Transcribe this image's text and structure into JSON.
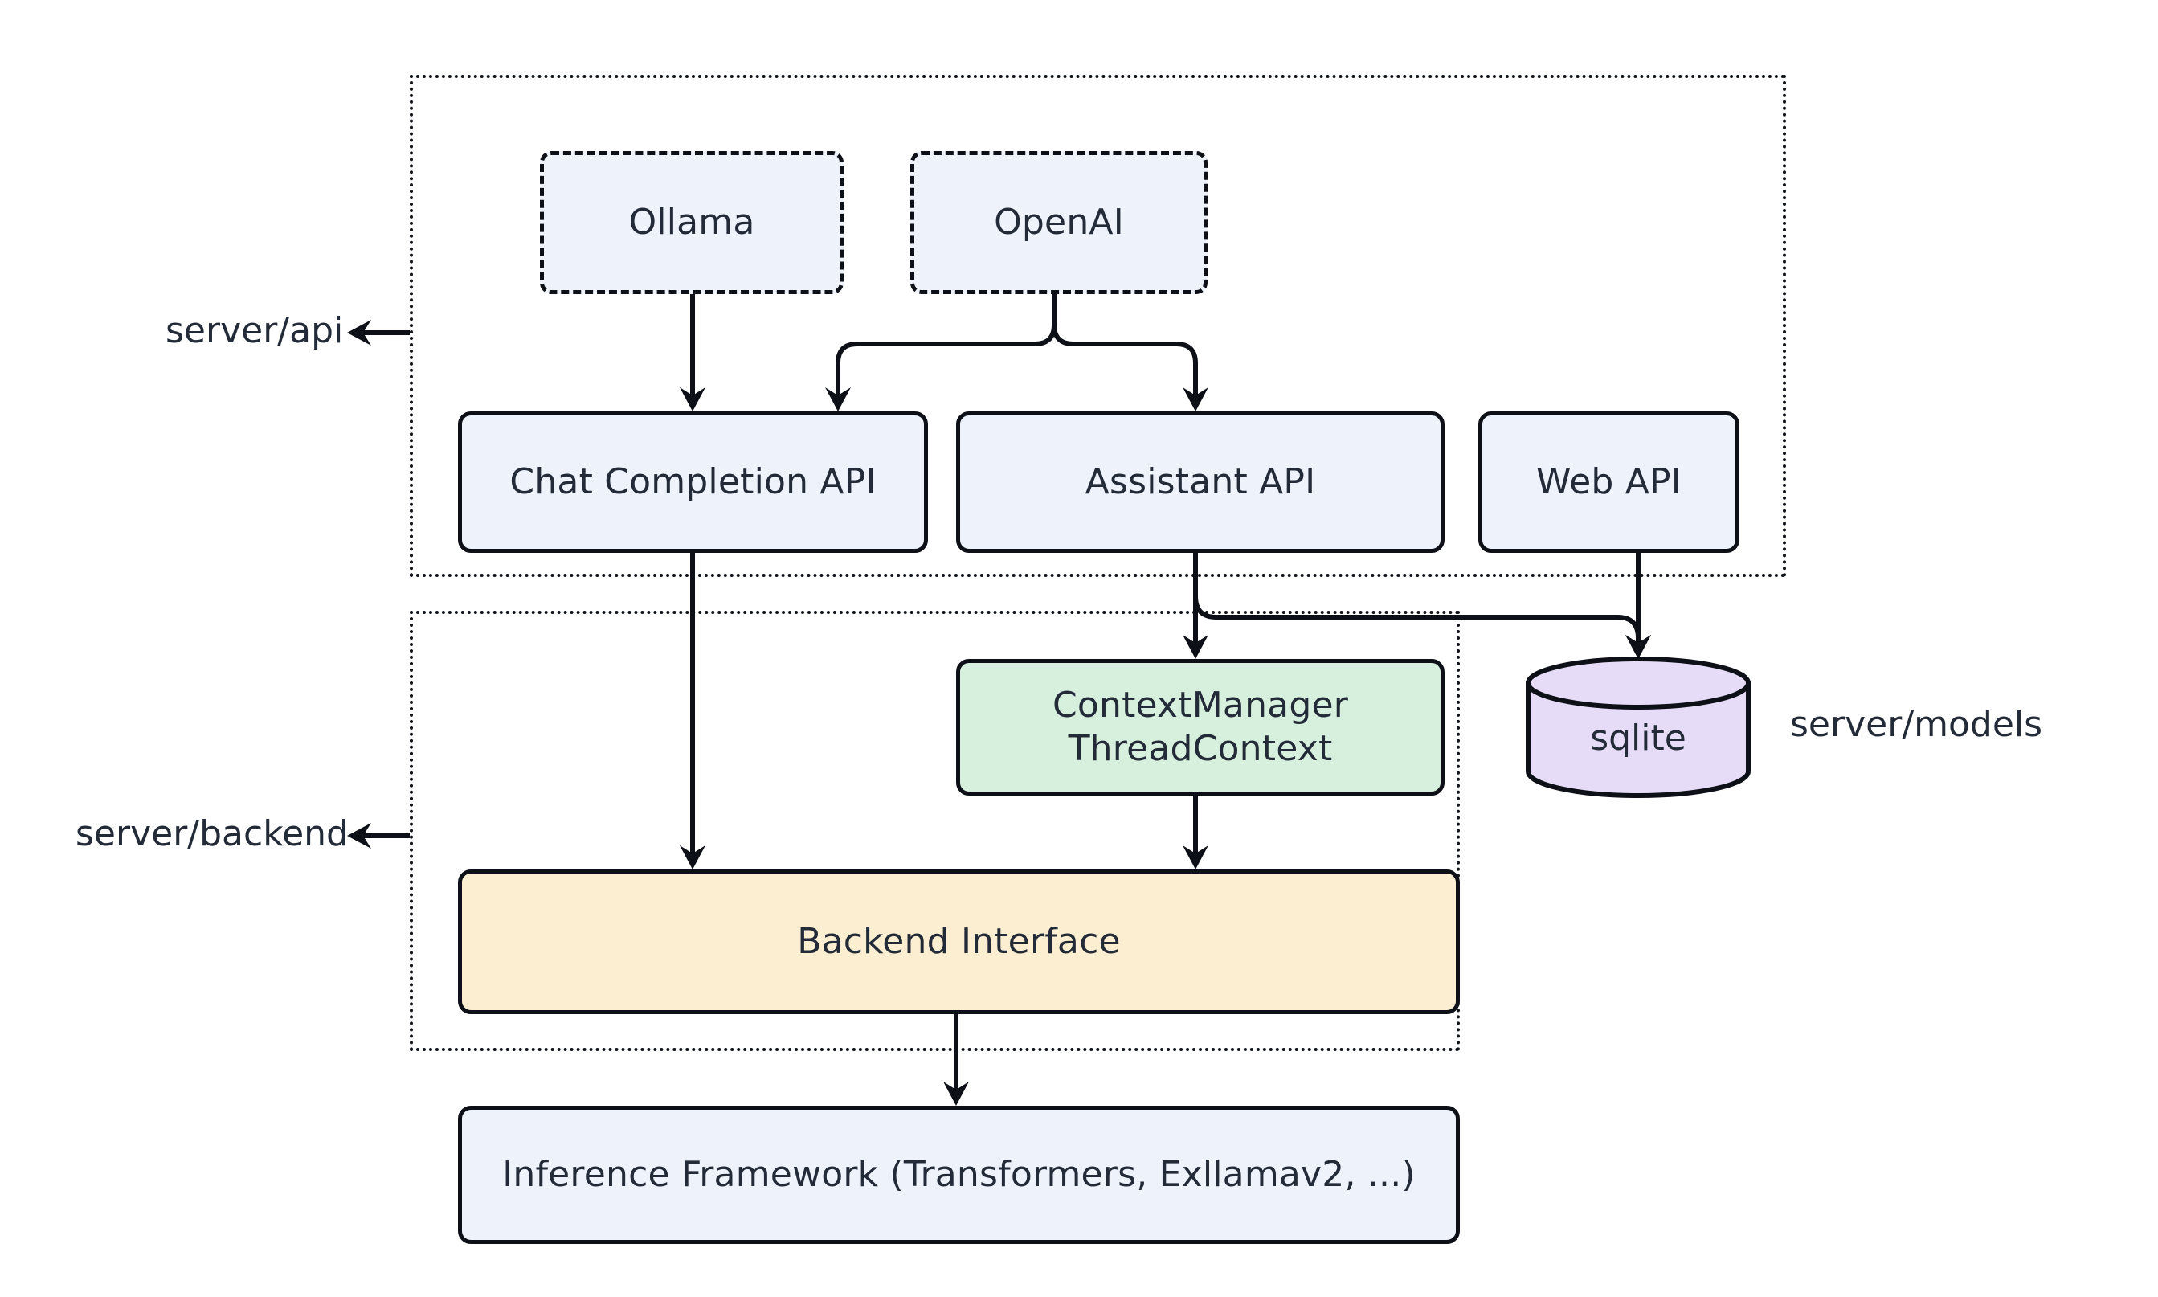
{
  "diagram": {
    "title": "Server architecture diagram",
    "type": "flowchart",
    "background": "#ffffff"
  },
  "groups": [
    {
      "id": "api",
      "label": "server/api",
      "style": "dotted"
    },
    {
      "id": "backend",
      "label": "server/backend",
      "style": "dotted"
    }
  ],
  "standalone_labels": [
    {
      "id": "models",
      "label": "server/models"
    }
  ],
  "nodes": {
    "ollama": {
      "label": "Ollama",
      "shape": "rect",
      "border": "dashed",
      "fill": "#eef2fb"
    },
    "openai": {
      "label": "OpenAI",
      "shape": "rect",
      "border": "dashed",
      "fill": "#eef2fb"
    },
    "chat_api": {
      "label": "Chat Completion API",
      "shape": "rect",
      "border": "solid",
      "fill": "#eef2fb"
    },
    "asst_api": {
      "label": "Assistant API",
      "shape": "rect",
      "border": "solid",
      "fill": "#eef2fb"
    },
    "web_api": {
      "label": "Web API",
      "shape": "rect",
      "border": "solid",
      "fill": "#eef2fb"
    },
    "ctxmgr": {
      "label_line1": "ContextManager",
      "label_line2": "ThreadContext",
      "shape": "rect",
      "border": "solid",
      "fill": "#d7f0dd"
    },
    "sqlite": {
      "label": "sqlite",
      "shape": "cylinder",
      "border": "solid",
      "fill": "#e7dcf8"
    },
    "backend_if": {
      "label": "Backend Interface",
      "shape": "rect",
      "border": "solid",
      "fill": "#fcefd1"
    },
    "inference": {
      "label": "Inference Framework (Transformers, Exllamav2, ...)",
      "shape": "rect",
      "border": "solid",
      "fill": "#eef2fb"
    }
  },
  "edges": [
    {
      "from": "ollama",
      "to": "chat_api",
      "style": "solid",
      "arrow": "end"
    },
    {
      "from": "openai",
      "to": "chat_api",
      "style": "solid",
      "arrow": "end"
    },
    {
      "from": "openai",
      "to": "asst_api",
      "style": "solid",
      "arrow": "end"
    },
    {
      "from": "chat_api",
      "to": "backend_if",
      "style": "solid",
      "arrow": "end"
    },
    {
      "from": "asst_api",
      "to": "ctxmgr",
      "style": "solid",
      "arrow": "end"
    },
    {
      "from": "asst_api",
      "to": "sqlite",
      "style": "solid",
      "arrow": "end"
    },
    {
      "from": "web_api",
      "to": "sqlite",
      "style": "solid",
      "arrow": "end"
    },
    {
      "from": "ctxmgr",
      "to": "backend_if",
      "style": "solid",
      "arrow": "end"
    },
    {
      "from": "backend_if",
      "to": "inference",
      "style": "solid",
      "arrow": "end"
    }
  ],
  "colors": {
    "stroke": "#0d1117",
    "text": "#232b38",
    "node_blue": "#eef2fb",
    "node_green": "#d7f0dd",
    "node_cream": "#fcefd1",
    "node_purple": "#e7dcf8"
  }
}
